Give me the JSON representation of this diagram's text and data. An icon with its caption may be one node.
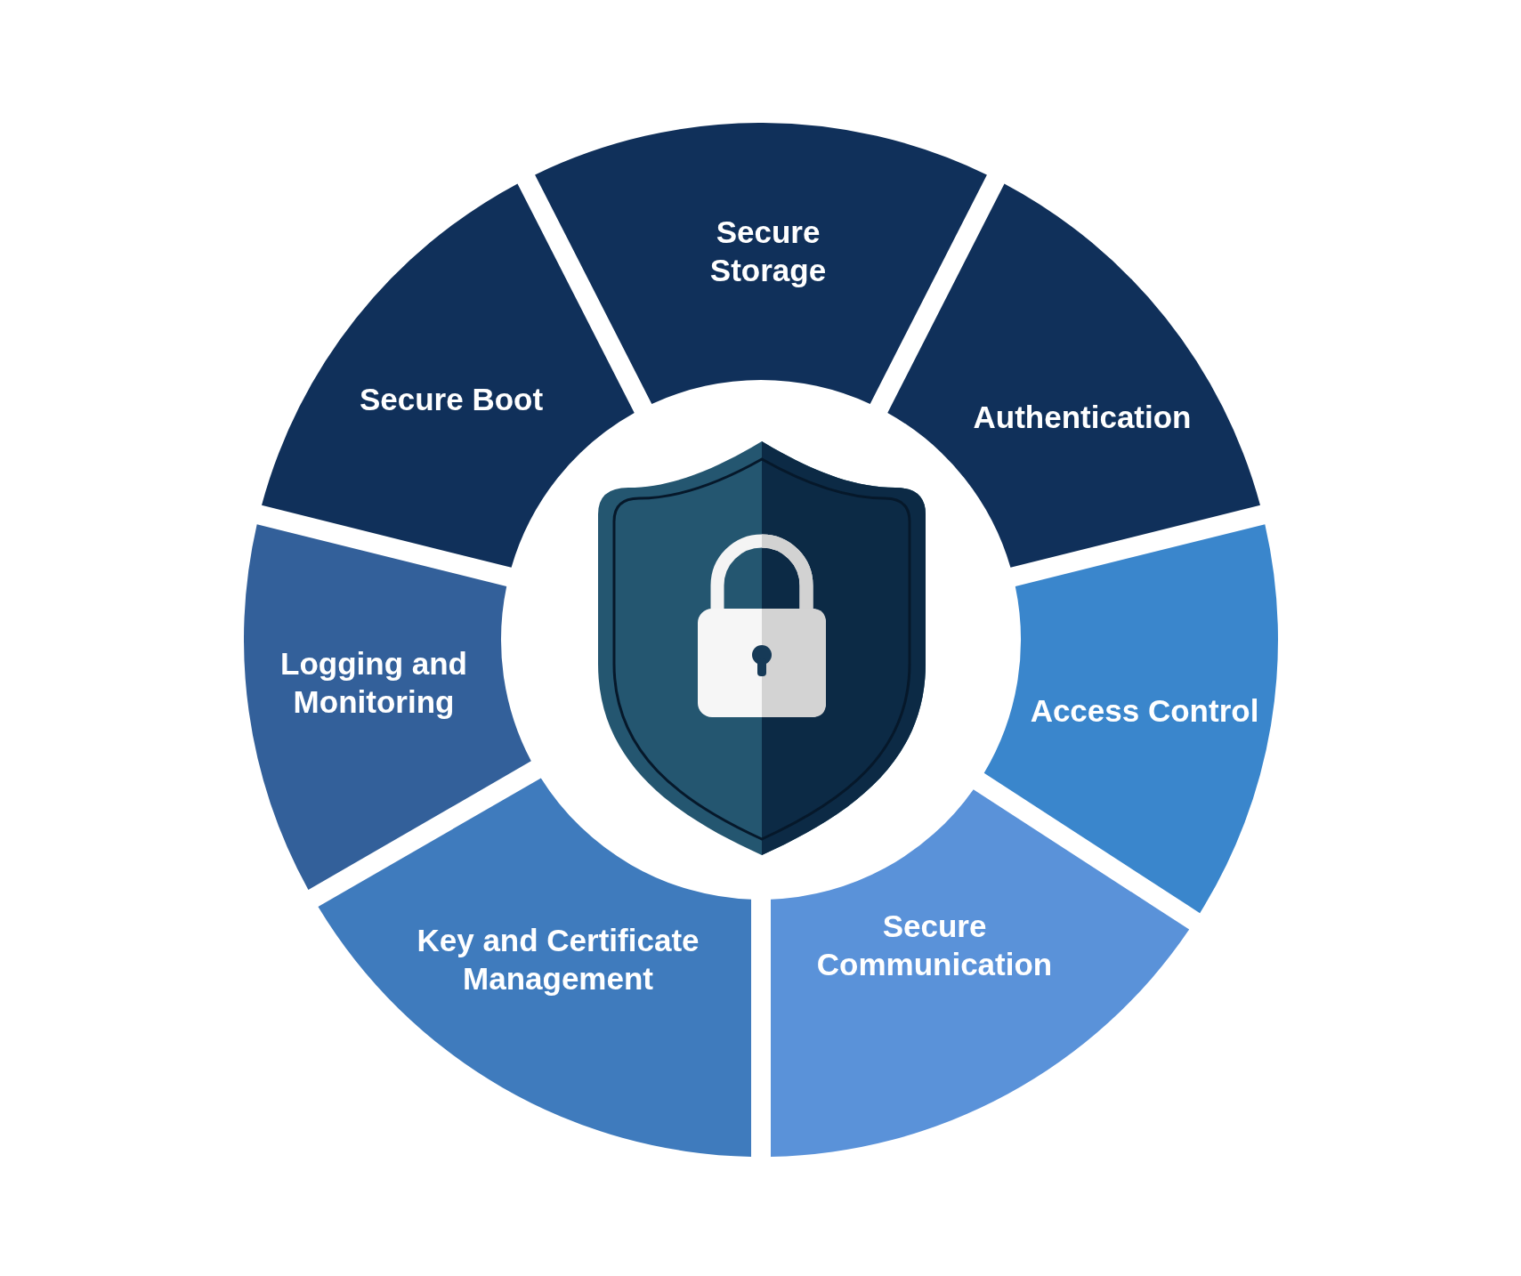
{
  "diagram": {
    "nodes": [
      {
        "text": [
          "Secure Storage"
        ]
      },
      {
        "text": [
          "Authentication"
        ]
      },
      {
        "text": [
          "Access Control"
        ]
      },
      {
        "text": [
          "Secure Communication"
        ]
      },
      {
        "text": [
          "Key and Certificate Management"
        ]
      },
      {
        "text": [
          "Logging and Monitoring"
        ]
      },
      {
        "text": [
          "Secure Boot"
        ]
      }
    ]
  }
}
